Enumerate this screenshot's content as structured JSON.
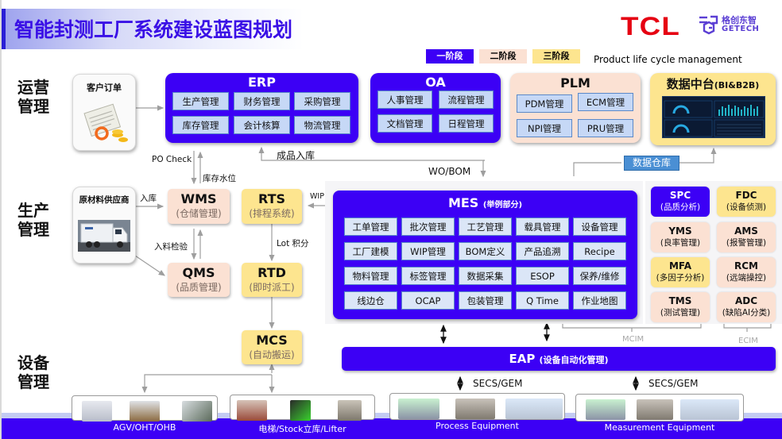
{
  "header": {
    "title": "智能封测工厂系统建设蓝图规划",
    "logo_tcl": "TCL",
    "logo_getech_cn": "格创东智",
    "logo_getech_en": "GETECH"
  },
  "legend": {
    "stage1": "一阶段",
    "stage2": "二阶段",
    "stage3": "三阶段",
    "plc": "Product life cycle management"
  },
  "sections": {
    "operations": "运营管理",
    "production": "生产管理",
    "equipment": "设备管理"
  },
  "ops": {
    "customer_order": "客户订单",
    "erp": {
      "title": "ERP",
      "modules": [
        "生产管理",
        "财务管理",
        "采购管理",
        "库存管理",
        "会计核算",
        "物流管理"
      ]
    },
    "oa": {
      "title": "OA",
      "modules": [
        "人事管理",
        "流程管理",
        "文档管理",
        "日程管理"
      ]
    },
    "plm": {
      "title": "PLM",
      "modules": [
        "PDM管理",
        "ECM管理",
        "NPI管理",
        "PRU管理"
      ]
    },
    "data_platform": {
      "title": "数据中台",
      "suffix": "(BI&B2B)"
    }
  },
  "flows": {
    "po_check": "PO Check",
    "stock_level": "库存水位",
    "finished_goods_in": "成品入库",
    "wo_bom": "WO/BOM",
    "data_warehouse": "数据仓库",
    "inbound": "入库",
    "wip": "WIP",
    "incoming_inspection": "入料检验",
    "lot_points": "Lot 积分",
    "secs_gem_1": "SECS/GEM",
    "secs_gem_2": "SECS/GEM",
    "mcim": "MCIM",
    "ecim": "ECIM"
  },
  "production": {
    "supplier": "原材料供应商",
    "wms": {
      "name": "WMS",
      "sub": "(仓储管理)"
    },
    "rts": {
      "name": "RTS",
      "sub": "(排程系统)"
    },
    "qms": {
      "name": "QMS",
      "sub": "(品质管理)"
    },
    "rtd": {
      "name": "RTD",
      "sub": "(即时派工)"
    },
    "mcs": {
      "name": "MCS",
      "sub": "(自动搬运)"
    },
    "mes": {
      "title": "MES",
      "subtitle": "(举例部分)",
      "modules": [
        [
          "工单管理",
          "批次管理",
          "工艺管理",
          "载具管理",
          "设备管理"
        ],
        [
          "工厂建模",
          "WIP管理",
          "BOM定义",
          "产品追溯",
          "Recipe"
        ],
        [
          "物料管理",
          "标签管理",
          "数据采集",
          "ESOP",
          "保养/维修"
        ],
        [
          "线边仓",
          "OCAP",
          "包装管理",
          "Q Time",
          "作业地图"
        ]
      ]
    },
    "side_systems": [
      {
        "name": "SPC",
        "sub": "(品质分析)",
        "stage": 1
      },
      {
        "name": "FDC",
        "sub": "(设备侦测)",
        "stage": 3
      },
      {
        "name": "YMS",
        "sub": "(良率管理)",
        "stage": 2
      },
      {
        "name": "AMS",
        "sub": "(报警管理)",
        "stage": 2
      },
      {
        "name": "MFA",
        "sub": "(多因子分析)",
        "stage": 3
      },
      {
        "name": "RCM",
        "sub": "(远端操控)",
        "stage": 2
      },
      {
        "name": "TMS",
        "sub": "(测试管理)",
        "stage": 2
      },
      {
        "name": "ADC",
        "sub": "(缺陷AI分类)",
        "stage": 2
      }
    ]
  },
  "equipment": {
    "eap": {
      "title": "EAP",
      "subtitle": "(设备自动化管理)"
    },
    "groups": [
      {
        "label": "AGV/OHT/OHB"
      },
      {
        "label": "电梯/Stock立库/Lifter"
      },
      {
        "label": "Process Equipment"
      },
      {
        "label": "Measurement Equipment"
      }
    ]
  },
  "colors": {
    "stage1": "#3c00f5",
    "stage2": "#fbe1d3",
    "stage3": "#fde58f",
    "title": "#3a10e6",
    "brand_tcl": "#e60012"
  }
}
